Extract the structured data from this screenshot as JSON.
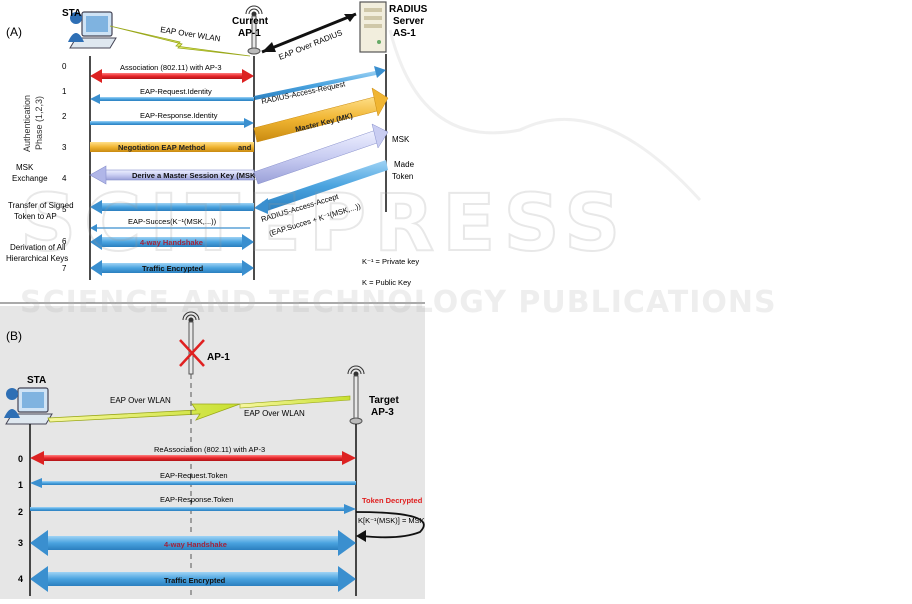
{
  "watermark": {
    "brand": "SCITEPRESS",
    "tagline": "SCIENCE AND TECHNOLOGY PUBLICATIONS"
  },
  "panel_a": {
    "label": "(A)",
    "sta": "STA",
    "ap_line1": "Current",
    "ap_line2": "AP-1",
    "server_line1": "RADIUS",
    "server_line2": "Server",
    "server_line3": "AS-1",
    "eap_wlan": "EAP Over WLAN",
    "eap_radius": "EAP Over RADIUS",
    "phase_line1": "Authentication",
    "phase_line2": "Phase (1,2,3)",
    "side_msk1": "MSK",
    "side_msk2": "Exchange",
    "side_transfer1": "Transfer of Signed",
    "side_transfer2": "Token to AP",
    "side_derive1": "Derivation of All",
    "side_derive2": "Hierarchical Keys",
    "steps": [
      "0",
      "1",
      "2",
      "3",
      "4",
      "5",
      "6",
      "7"
    ],
    "msg_assoc": "Association (802.11) with AP-3",
    "msg_req_id": "EAP-Request.Identity",
    "msg_resp_id": "EAP-Response.Identity",
    "msg_nego": "Negotiation EAP Method",
    "msg_and": "and",
    "msg_derive": "Derive a Master Session Key (MSK)",
    "msg_success": "EAP-Succes(K⁻¹(MSK,...))",
    "msg_4way": "4-way Handshake",
    "msg_traffic": "Traffic Encrypted",
    "srv_access_req": "RADIUS-Access-Request",
    "srv_master_key": "Master Key (MK)",
    "srv_msk": "MSK",
    "srv_made1": "Made",
    "srv_made2": "Token",
    "srv_accept": "RADIUS-Access-Accept",
    "srv_accept2": "(EAP.Succes + K⁻¹(MSK,...))",
    "legend_private": "K⁻¹ = Private key",
    "legend_public": "K   = Public Key"
  },
  "panel_b": {
    "label": "(B)",
    "ap1": "AP-1",
    "sta": "STA",
    "target1": "Target",
    "target2": "AP-3",
    "eap_wlan_left": "EAP Over WLAN",
    "eap_wlan_right": "EAP Over WLAN",
    "steps": [
      "0",
      "1",
      "2",
      "3",
      "4"
    ],
    "msg_reassoc": "ReAssociation (802.11) with AP-3",
    "msg_req_token": "EAP-Request.Token",
    "msg_resp_token": "EAP-Response.Token",
    "msg_4way": "4-way Handshake",
    "msg_traffic": "Traffic Encrypted",
    "token_decrypted": "Token Decrypted",
    "formula": "K[K⁻¹(MSK)] = MSK"
  },
  "colors": {
    "red": "#e8262a",
    "blue": "#4aa3df",
    "orange": "#f0b532",
    "lavender": "#c9cdf2",
    "bg_b": "#e6e6e6",
    "handshake_text": "#a0243c",
    "token_red": "#e02020"
  }
}
